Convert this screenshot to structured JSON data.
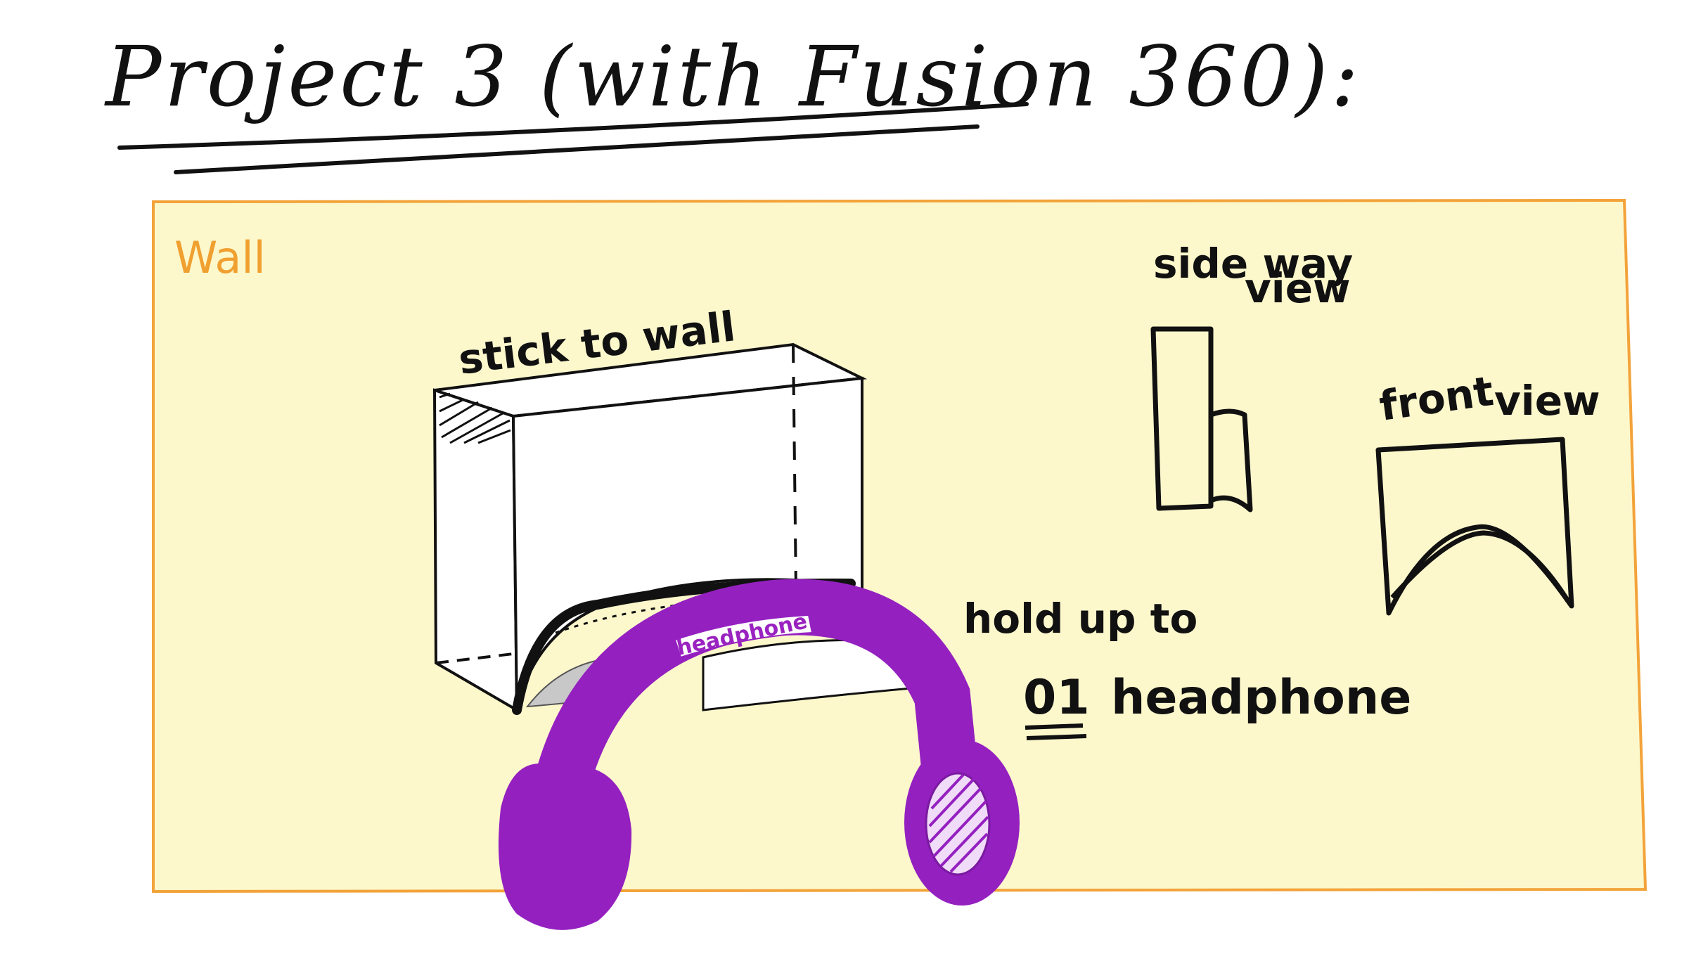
{
  "title": "Project 3 (with Fusion 360):",
  "wall": {
    "label": "Wall",
    "fill_color": "#fdf8cc",
    "border_color": "#f2a33a"
  },
  "labels": {
    "stick_to_wall": "stick to wall",
    "sideway_view_line1": "side way",
    "sideway_view_line2": "view",
    "front_view_line1": "front",
    "front_view_line2": "view",
    "hold_up_line1": "hold up to",
    "hold_up_count": "01",
    "hold_up_item": "headphone",
    "headband_text": "headphone"
  },
  "colors": {
    "headphone": "#9420c0",
    "ink": "#111111"
  }
}
